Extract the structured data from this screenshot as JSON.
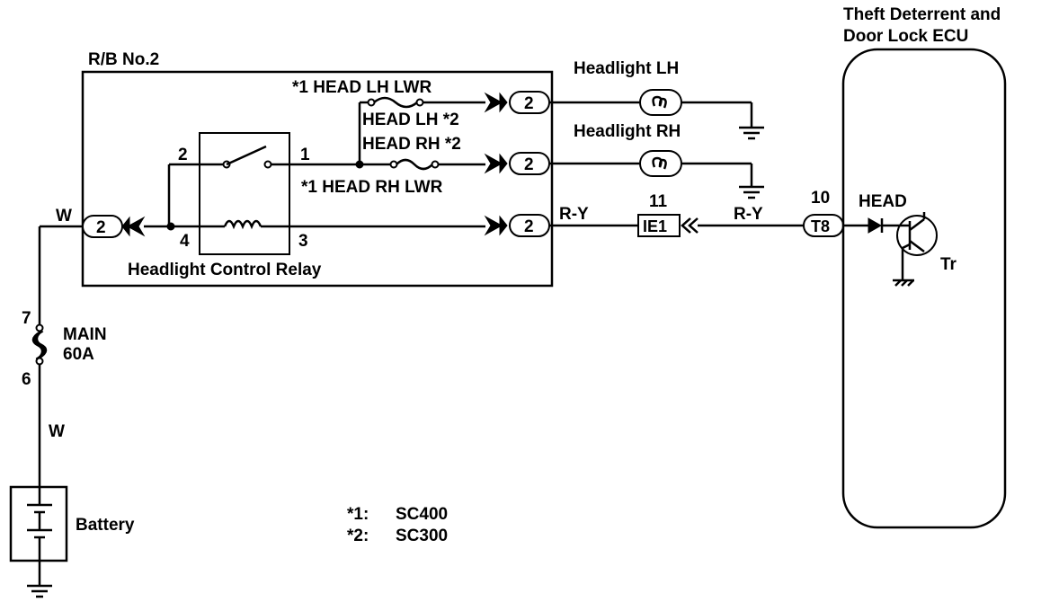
{
  "labels": {
    "ecu_title_line1": "Theft Deterrent and",
    "ecu_title_line2": "Door Lock ECU",
    "rb_box": "R/B No.2",
    "relay_name": "Headlight Control Relay",
    "fuse_head_lh_lwr": "*1 HEAD LH LWR",
    "fuse_head_lh": "HEAD LH *2",
    "fuse_head_rh": "HEAD RH *2",
    "fuse_head_rh_lwr": "*1 HEAD RH LWR",
    "headlight_lh": "Headlight LH",
    "headlight_rh": "Headlight RH",
    "battery": "Battery",
    "main_fuse_line1": "MAIN",
    "main_fuse_line2": "60A",
    "ecu_head": "HEAD",
    "transistor": "Tr"
  },
  "wires": {
    "w_top": "W",
    "w_bottom": "W",
    "ry_left": "R-Y",
    "ry_right": "R-Y"
  },
  "connectors": {
    "rb_left": "2",
    "rb_lh": "2",
    "rb_rh": "2",
    "rb_ry": "2",
    "ie1_code": "IE1",
    "ie1_pin": "11",
    "t8_code": "T8",
    "t8_pin": "10"
  },
  "pins": {
    "relay_2": "2",
    "relay_1": "1",
    "relay_4": "4",
    "relay_3": "3",
    "fuse_7": "7",
    "fuse_6": "6"
  },
  "notes": [
    {
      "mark": "*1:",
      "model": "SC400"
    },
    {
      "mark": "*2:",
      "model": "SC300"
    }
  ]
}
